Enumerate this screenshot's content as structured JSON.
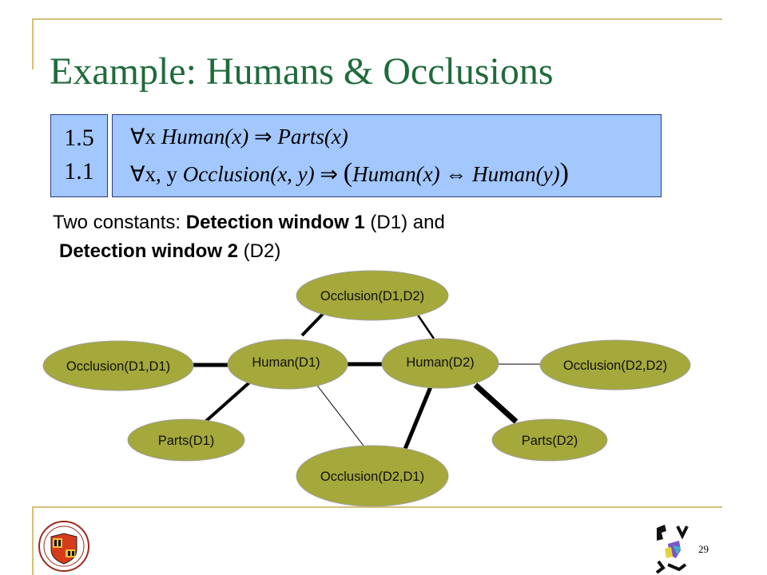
{
  "slide": {
    "title": "Example: Humans & Occlusions",
    "page_number": "29"
  },
  "formulas": {
    "weights": [
      "1.5",
      "1.1"
    ],
    "rule1": {
      "quantifier": "∀x ",
      "left": "Human(x)",
      "implies": " ⇒ ",
      "right": "Parts(x)"
    },
    "rule2": {
      "quantifier": "∀x, y ",
      "left": "Occlusion(x, y)",
      "implies": " ⇒ ",
      "inner_left": "Human(x)",
      "iff": " ⇔ ",
      "inner_right": "Human(y)"
    }
  },
  "description": {
    "prefix": "Two constants: ",
    "const1": "Detection window 1",
    "const1_abbr": " (D1) and",
    "const2": "Detection window 2",
    "const2_abbr": " (D2)"
  },
  "network": {
    "nodes": [
      {
        "id": "occ_d1_d2",
        "label": "Occlusion(D1,D2)"
      },
      {
        "id": "human_d1",
        "label": "Human(D1)"
      },
      {
        "id": "human_d2",
        "label": "Human(D2)"
      },
      {
        "id": "occ_d1_d1",
        "label": "Occlusion(D1,D1)"
      },
      {
        "id": "occ_d2_d2",
        "label": "Occlusion(D2,D2)"
      },
      {
        "id": "parts_d1",
        "label": "Parts(D1)"
      },
      {
        "id": "parts_d2",
        "label": "Parts(D2)"
      },
      {
        "id": "occ_d2_d1",
        "label": "Occlusion(D2,D1)"
      }
    ]
  },
  "colors": {
    "node_fill": "#a5a83b",
    "node_stroke": "#a0a0a0",
    "formula_box": "#a3c7ff",
    "title": "#1f6b3c"
  }
}
